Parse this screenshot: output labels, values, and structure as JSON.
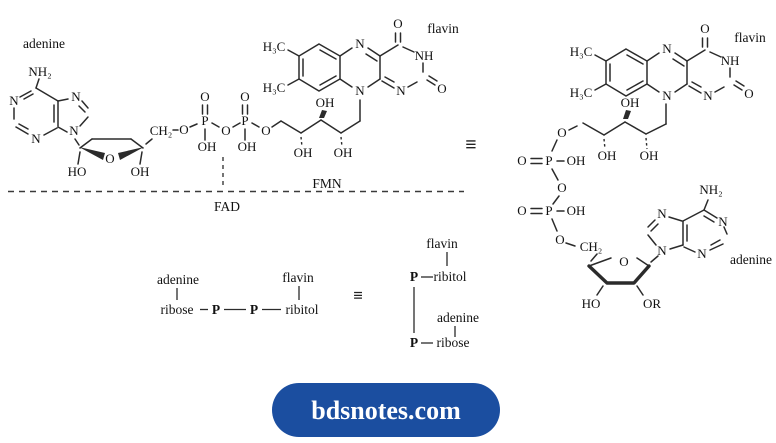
{
  "sym": {
    "N": "N",
    "O": "O",
    "P": "P",
    "OH": "OH",
    "HO": "HO",
    "NH": "NH",
    "NH2": "NH₂",
    "CH2": "CH₂",
    "H3C": "H₃C",
    "OR": "OR"
  },
  "labels": {
    "adenine": "adenine",
    "flavin": "flavin",
    "ribose": "ribose",
    "ribitol": "ribitol",
    "fmn": "FMN",
    "fad": "FAD",
    "equiv": "≡",
    "p": "P"
  },
  "footer": {
    "site": "bdsnotes.com"
  },
  "colors": {
    "ink": "#2b2b2b",
    "footer_bg": "#1b4ea0",
    "footer_text": "#ffffff"
  }
}
